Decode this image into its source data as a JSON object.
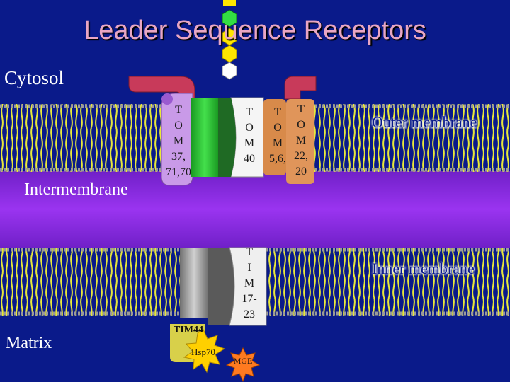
{
  "title": "Leader Sequence Receptors",
  "compartments": {
    "cytosol": "Cytosol",
    "intermembrane": "Intermembrane",
    "matrix": "Matrix"
  },
  "membranes": {
    "outer": "Outer membrane",
    "inner": "Inner membrane"
  },
  "proteins": {
    "tom37_70": [
      "T",
      "O",
      "M",
      "37,",
      "71,70"
    ],
    "tom40": [
      "T",
      "O",
      "M",
      "40"
    ],
    "tom5_6": [
      "T",
      "O",
      "M",
      "5,6,"
    ],
    "tom22_20": [
      "T",
      "O",
      "M",
      "22,",
      "20"
    ],
    "tim17_23": [
      "T",
      "I",
      "M",
      "17-",
      "23"
    ],
    "tim44": "TIM44",
    "hsp70": "Hsp70",
    "mge": "MGE"
  },
  "colors": {
    "background": "#0a1a8a",
    "intermembrane_space": "#8a28e0",
    "lipid_tails": "#e8e83a",
    "lipid_heads": "#9a9a9a",
    "tom40_green": "#2fcf3a",
    "tim_gray": "#a8a8a8",
    "receptor_red": "#c83a5a",
    "receptor_orange": "#d88a4a",
    "hsp70_yellow": "#ffd000",
    "mge_orange": "#ff7a20",
    "title": "#e8a6c4"
  },
  "peptide_chain_colors": [
    "#ffe600",
    "#33dd44",
    "#ffe600",
    "#ffe600",
    "#ffffff"
  ]
}
